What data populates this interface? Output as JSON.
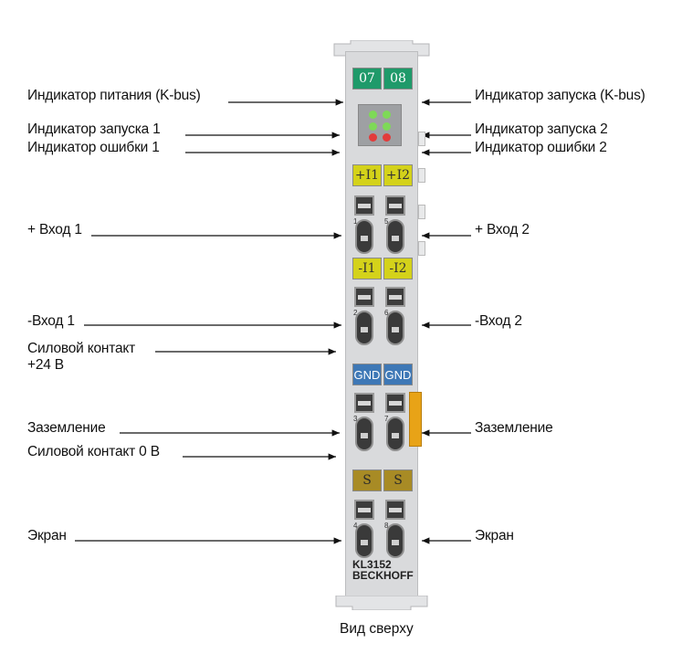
{
  "labels": {
    "power_led": "Индикатор питания (K-bus)",
    "run_led_1": "Индикатор запуска 1",
    "error_led_1": "Индикатор ошибки 1",
    "input_plus_1": "+ Вход 1",
    "input_minus_1": "-Вход 1",
    "power_contact_24": "Силовой контакт",
    "power_contact_24_value": "+24 В",
    "ground_left": "Заземление",
    "power_contact_0": "Силовой контакт 0 В",
    "shield_left": "Экран",
    "run_led_kbus": "Индикатор запуска (K-bus)",
    "run_led_2": "Индикатор запуска 2",
    "error_led_2": "Индикатор ошибки 2",
    "input_plus_2": "+ Вход 2",
    "input_minus_2": "-Вход 2",
    "ground_right": "Заземление",
    "shield_right": "Экран"
  },
  "caption": "Вид сверху",
  "device": {
    "channel_badges": [
      "07",
      "08"
    ],
    "plus_badges": [
      "+I1",
      "+I2"
    ],
    "minus_badges": [
      "-I1",
      "-I2"
    ],
    "gnd_badges": [
      "GND",
      "GND"
    ],
    "shield_badges": [
      "S",
      "S"
    ],
    "terminal_numbers": [
      "1",
      "5",
      "2",
      "6",
      "3",
      "7",
      "4",
      "8"
    ],
    "model": "KL3152",
    "brand": "BECKHOFF"
  },
  "colors": {
    "green_badge": "#1f9a6a",
    "yellow_badge": "#d4d21a",
    "blue_badge": "#3e78b6",
    "olive_badge": "#a88b25",
    "led_green": "#7ed957",
    "led_red": "#e23b3b",
    "orange_clip": "#e8a317"
  }
}
